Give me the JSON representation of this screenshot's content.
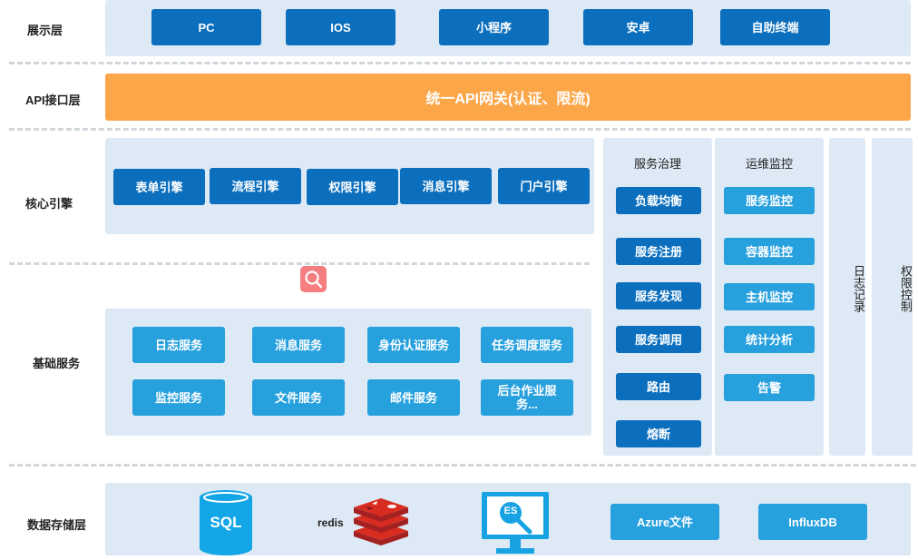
{
  "layers": {
    "presentation": "展示层",
    "api": "API接口层",
    "core": "核心引擎",
    "base": "基础服务",
    "storage": "数据存储层"
  },
  "presentation_items": [
    "PC",
    "IOS",
    "小程序",
    "安卓",
    "自助终端"
  ],
  "gateway": "统一API网关(认证、限流)",
  "engines": [
    "表单引擎",
    "流程引擎",
    "权限引擎",
    "消息引擎",
    "门户引擎"
  ],
  "base_services": {
    "row1": [
      "日志服务",
      "消息服务",
      "身份认证服务",
      "任务调度服务"
    ],
    "row2": [
      "监控服务",
      "文件服务",
      "邮件服务",
      "后台作业服务..."
    ]
  },
  "governance": {
    "title": "服务治理",
    "items": [
      "负载均衡",
      "服务注册",
      "服务发现",
      "服务调用",
      "路由",
      "熔断"
    ]
  },
  "ops": {
    "title": "运维监控",
    "items": [
      "服务监控",
      "容器监控",
      "主机监控",
      "统计分析",
      "告警"
    ]
  },
  "log_record": "日志记录",
  "permission_control": "权限控制",
  "storage": {
    "sql": "SQL",
    "redis": "redis",
    "es": "ES",
    "azure": "Azure文件",
    "influx": "InfluxDB"
  },
  "colors": {
    "dark_blue": "#0b6fbe",
    "light_blue": "#27a0de",
    "gateway": "#fca64a",
    "panel": "#dde9f4"
  },
  "icons": [
    "search-icon",
    "database-icon",
    "redis-icon",
    "elasticsearch-icon"
  ]
}
